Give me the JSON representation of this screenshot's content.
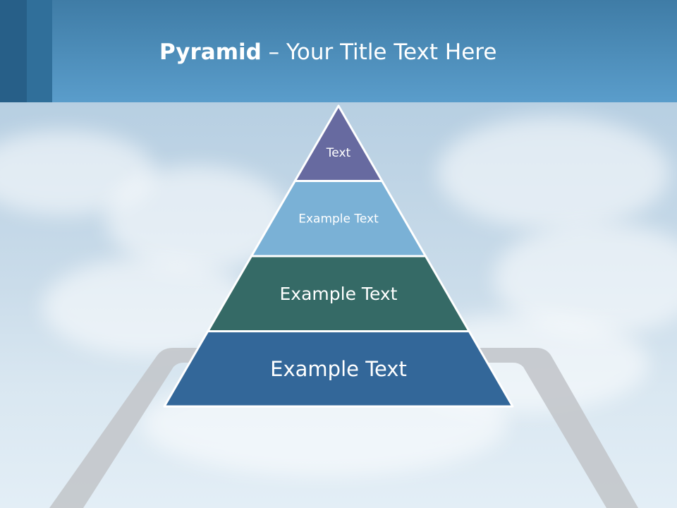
{
  "slide": {
    "title_bold": "Pyramid",
    "title_rest": " – Your Title Text Here"
  },
  "pyramid": {
    "levels": [
      {
        "label": "Text",
        "color": "#676aa0"
      },
      {
        "label": "Example Text",
        "color": "#7ab1d6"
      },
      {
        "label": "Example Text",
        "color": "#356a66"
      },
      {
        "label": "Example Text",
        "color": "#336799"
      }
    ]
  },
  "colors": {
    "header": "#5a9dcb",
    "tablet_frame": "#c3c7cb"
  }
}
